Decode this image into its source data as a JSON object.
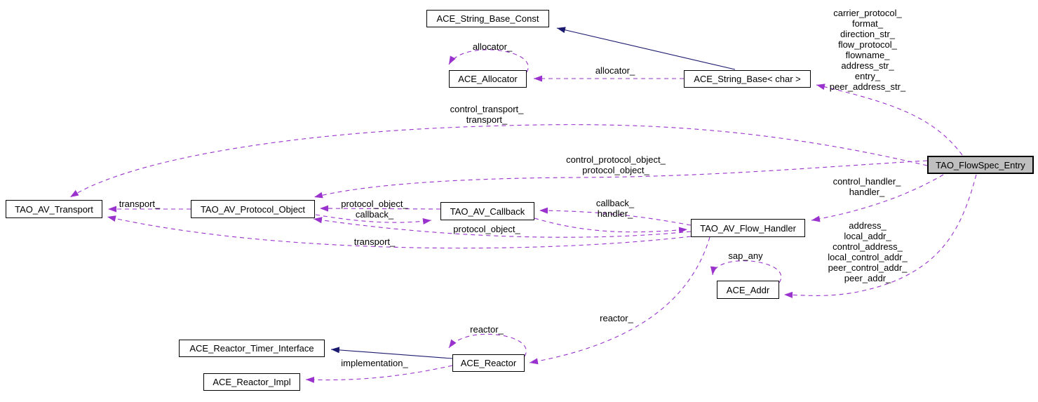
{
  "diagram": {
    "kind": "collaboration-graph",
    "colors": {
      "association": "#9a32cd",
      "inheritance": "#191970",
      "node_border": "#000000",
      "node_fill": "#ffffff",
      "focus_node_fill": "#bfbfbf",
      "background": "#ffffff"
    }
  },
  "nodes": {
    "ace_string_base_const": {
      "label": "ACE_String_Base_Const"
    },
    "ace_allocator": {
      "label": "ACE_Allocator"
    },
    "ace_string_base_char": {
      "label": "ACE_String_Base< char >"
    },
    "tao_flowspec_entry": {
      "label": "TAO_FlowSpec_Entry"
    },
    "tao_av_transport": {
      "label": "TAO_AV_Transport"
    },
    "tao_av_protocol_object": {
      "label": "TAO_AV_Protocol_Object"
    },
    "tao_av_callback": {
      "label": "TAO_AV_Callback"
    },
    "tao_av_flow_handler": {
      "label": "TAO_AV_Flow_Handler"
    },
    "ace_addr": {
      "label": "ACE_Addr"
    },
    "ace_reactor_timer_interface": {
      "label": "ACE_Reactor_Timer_Interface"
    },
    "ace_reactor": {
      "label": "ACE_Reactor"
    },
    "ace_reactor_impl": {
      "label": "ACE_Reactor_Impl"
    }
  },
  "edge_labels": {
    "allocator_self": "allocator_",
    "allocator_mid": "allocator_",
    "string_members": {
      "lines": [
        "carrier_protocol_",
        "format_",
        "direction_str_",
        "flow_protocol_",
        "flowname_",
        "address_str_",
        "entry_",
        "peer_address_str_"
      ]
    },
    "control_transport": {
      "lines": [
        "control_transport_",
        "transport_"
      ]
    },
    "control_protocol_object": {
      "lines": [
        "control_protocol_object_",
        "protocol_object_"
      ]
    },
    "control_handler": {
      "lines": [
        "control_handler_",
        "handler_"
      ]
    },
    "transport_mid": "transport_",
    "protocol_object_callback": {
      "lines": [
        "protocol_object_",
        "callback_"
      ]
    },
    "callback_handler": {
      "lines": [
        "callback_",
        "handler_"
      ]
    },
    "protocol_object_lower": "protocol_object_",
    "transport_lower": "transport_",
    "addr_members": {
      "lines": [
        "address_",
        "local_addr_",
        "control_address_",
        "local_control_addr_",
        "peer_control_addr_",
        "peer_addr_"
      ]
    },
    "sap_any": "sap_any",
    "reactor_self": "reactor_",
    "reactor_mid": "reactor_",
    "implementation": "implementation_"
  }
}
